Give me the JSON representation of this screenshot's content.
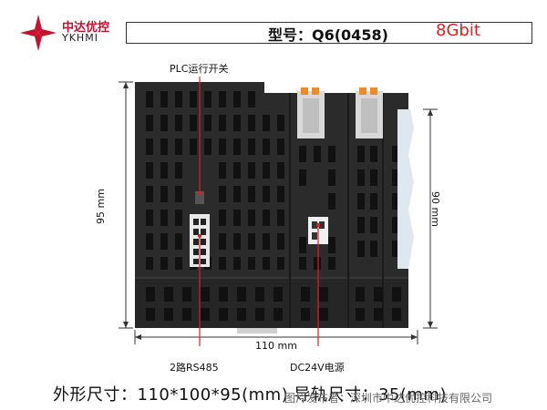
{
  "logo": {
    "cn": "中达优控",
    "en": "YKHMI"
  },
  "model": {
    "label": "型号：Q6(0458)",
    "bit": "8Gbit"
  },
  "labels": {
    "plc_switch": "PLC运行开关",
    "height_left": "95 mm",
    "height_right": "90 mm",
    "width": "110 mm",
    "rs485": "2路RS485",
    "dc24v": "DC24V电源"
  },
  "dimensions_text": "外形尺寸：110*100*95(mm)    导轨尺寸：35(mm)",
  "watermark": "图片发布者：深圳市中达优控科技有限公司",
  "colors": {
    "brand_red": "#c8102e",
    "bit_red": "#e02020",
    "device": "#2b2b2b"
  }
}
